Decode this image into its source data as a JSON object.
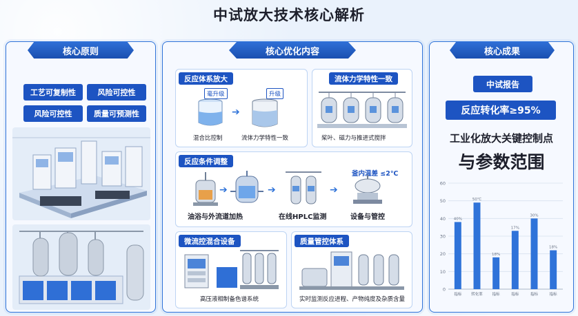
{
  "title": "中试放大技术核心解析",
  "left": {
    "heading": "核心原则",
    "tags": [
      "工艺可复制性",
      "风险可控性",
      "风险可控性",
      "质量可预测性"
    ]
  },
  "middle": {
    "heading": "核心优化内容",
    "scale": {
      "heading": "反应体系放大",
      "label_ml": "毫升级",
      "label_l": "升级",
      "cap1": "混合比控制",
      "cap2": "流体力学特性一致"
    },
    "fluid": {
      "heading": "流体力学特性一致",
      "cap": "桨叶、磁力与推进式搅拌"
    },
    "condition": {
      "heading": "反应条件调整",
      "temp_label": "釜内温差 ≤2℃",
      "cap1": "油浴与外流道加热",
      "cap2": "在线HPLC监测",
      "cap3": "设备与管控"
    },
    "micro": {
      "heading": "微流控混合设备",
      "cap": "高压液相制备色谱系统"
    },
    "quality": {
      "heading": "质量管控体系",
      "cap": "实时监测反应进程、产物纯度及杂质含量"
    }
  },
  "right": {
    "heading": "核心成果",
    "report": "中试报告",
    "conversion": "反应转化率≥95%",
    "line1": "工业化放大关键控制点",
    "line2": "与参数范围"
  },
  "chart_data": {
    "type": "bar",
    "categories": [
      "指标",
      "转化率",
      "指标",
      "指标",
      "指标",
      "指标"
    ],
    "values": [
      38,
      49,
      18,
      33,
      40,
      22
    ],
    "data_labels": [
      "40%",
      "50℃",
      "18%",
      "17%",
      "30%",
      "18%"
    ],
    "ylim": [
      0,
      60
    ],
    "yticks": [
      0,
      10,
      20,
      30,
      40,
      50,
      60
    ],
    "bar_color": "#2f73d9",
    "grid": true
  }
}
